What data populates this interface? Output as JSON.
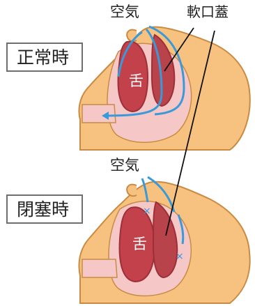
{
  "labels": {
    "normal_state": "正常時",
    "blocked_state": "閉塞時",
    "air_top": "空気",
    "air_bottom": "空気",
    "tongue_top": "舌",
    "tongue_bottom": "舌",
    "soft_palate": "軟口蓋"
  },
  "colors": {
    "skin": "#f7c27f",
    "skin_outline": "#c98b43",
    "inner_mouth": "#f5c7c7",
    "tongue": "#c2414b",
    "tongue_dark": "#9e2f38",
    "palate": "#b9434b",
    "airflow": "#3a9ad9",
    "box_border": "#6e6e6e"
  },
  "icons": {
    "airflow": "airflow-arrow-icon",
    "blocked_mark": "blocked-x-icon"
  }
}
